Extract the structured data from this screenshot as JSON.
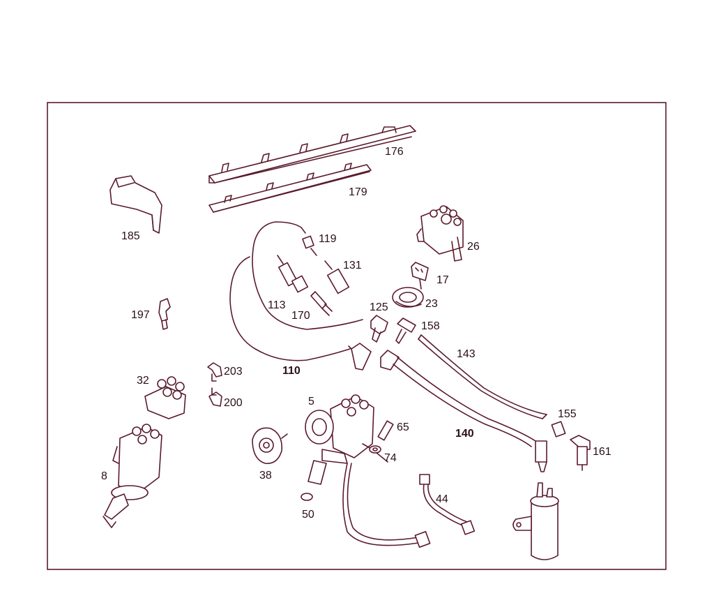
{
  "diagram": {
    "line_color": "#5a1a2c",
    "parts": [
      {
        "id": "p176",
        "label": "176"
      },
      {
        "id": "p179",
        "label": "179"
      },
      {
        "id": "p185",
        "label": "185"
      },
      {
        "id": "p119",
        "label": "119"
      },
      {
        "id": "p131",
        "label": "131"
      },
      {
        "id": "p26",
        "label": "26"
      },
      {
        "id": "p17",
        "label": "17"
      },
      {
        "id": "p113",
        "label": "113"
      },
      {
        "id": "p170",
        "label": "170"
      },
      {
        "id": "p125",
        "label": "125"
      },
      {
        "id": "p23",
        "label": "23"
      },
      {
        "id": "p158",
        "label": "158"
      },
      {
        "id": "p197",
        "label": "197"
      },
      {
        "id": "p143",
        "label": "143"
      },
      {
        "id": "p110",
        "label": "110",
        "bold": true
      },
      {
        "id": "p203",
        "label": "203"
      },
      {
        "id": "p32",
        "label": "32"
      },
      {
        "id": "p200",
        "label": "200"
      },
      {
        "id": "p5",
        "label": "5"
      },
      {
        "id": "p155",
        "label": "155"
      },
      {
        "id": "p65",
        "label": "65"
      },
      {
        "id": "p140",
        "label": "140",
        "bold": true
      },
      {
        "id": "p161",
        "label": "161"
      },
      {
        "id": "p74",
        "label": "74"
      },
      {
        "id": "p8",
        "label": "8"
      },
      {
        "id": "p38",
        "label": "38"
      },
      {
        "id": "p44",
        "label": "44"
      },
      {
        "id": "p50",
        "label": "50"
      }
    ]
  }
}
